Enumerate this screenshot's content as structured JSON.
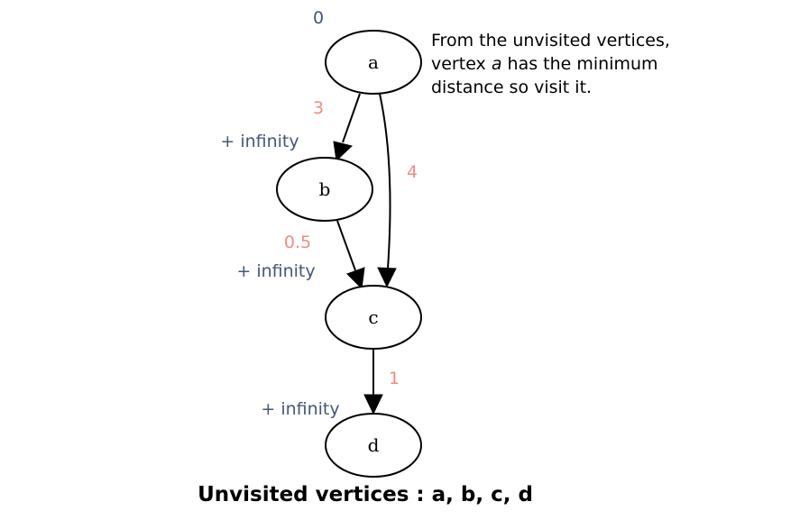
{
  "graph": {
    "nodes": [
      {
        "id": "a",
        "label": "a",
        "distance": "0"
      },
      {
        "id": "b",
        "label": "b",
        "distance": "+ infinity"
      },
      {
        "id": "c",
        "label": "c",
        "distance": "+ infinity"
      },
      {
        "id": "d",
        "label": "d",
        "distance": "+ infinity"
      }
    ],
    "edges": [
      {
        "from": "a",
        "to": "b",
        "weight": "3"
      },
      {
        "from": "a",
        "to": "c",
        "weight": "4"
      },
      {
        "from": "b",
        "to": "c",
        "weight": "0.5"
      },
      {
        "from": "c",
        "to": "d",
        "weight": "1"
      }
    ]
  },
  "note": {
    "line1": "From the unvisited vertices,",
    "line2_prefix": "vertex ",
    "line2_vertex": "a",
    "line2_suffix": " has the minimum",
    "line3": "distance so visit it."
  },
  "footer": {
    "text": "Unvisited vertices : a, b, c, d"
  },
  "colors": {
    "weight": "#f28b82",
    "distance": "#44577a"
  }
}
